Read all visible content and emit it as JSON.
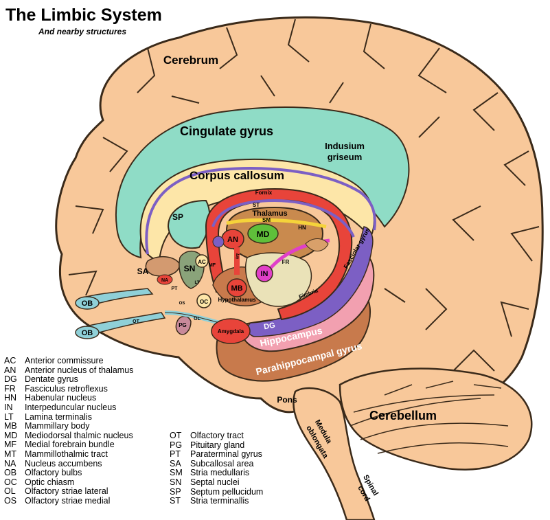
{
  "title": "The Limbic System",
  "subtitle": "And nearby structures",
  "colors": {
    "brain": "#f8c89a",
    "outline": "#3a2a1a",
    "cingulate": "#8fdcc6",
    "callosum": "#fde6a8",
    "fornix": "#e8443a",
    "stria": "#7c5fc4",
    "thalamus": "#c98a4e",
    "hippocampus": "#f2a0b0",
    "parahippocampal": "#c87a4c",
    "olfactory": "#8fd0d8",
    "septal": "#8aa37a"
  },
  "labels": {
    "cerebrum": "Cerebrum",
    "cingulate": "Cingulate gyrus",
    "indusium1": "Indusium",
    "indusium2": "griseum",
    "callosum": "Corpus callosum",
    "fornix": "Fornix",
    "st": "ST",
    "thalamus": "Thalamus",
    "sm": "SM",
    "hn": "HN",
    "sp": "SP",
    "an": "AN",
    "md": "MD",
    "mt": "MT",
    "fr": "FR",
    "in": "IN",
    "fasciolar": "Fasciolar gyrus",
    "sa": "SA",
    "sn": "SN",
    "ac": "AC",
    "mf": "MF",
    "na": "NA",
    "pt": "PT",
    "lt": "LT",
    "mb": "MB",
    "hypothalamus": "Hypothalamus",
    "fimbria": "Fimbria",
    "ob1": "OB",
    "ob2": "OB",
    "os": "OS",
    "ot": "OT",
    "oc": "OC",
    "pg": "PG",
    "ol": "OL",
    "amygdala": "Amygdala",
    "dg": "DG",
    "hippocampus": "Hippocampus",
    "parahippocampal": "Parahippocampal gyrus",
    "pons": "Pons",
    "cerebellum": "Cerebellum",
    "medulla1": "Medula",
    "medulla2": "oblongata",
    "spinal1": "Spinal",
    "spinal2": "cord"
  },
  "legend_left": [
    {
      "abbr": "AC",
      "name": "Anterior commissure"
    },
    {
      "abbr": "AN",
      "name": "Anterior nucleus of thalamus"
    },
    {
      "abbr": "DG",
      "name": "Dentate gyrus"
    },
    {
      "abbr": "FR",
      "name": "Fasciculus retroflexus"
    },
    {
      "abbr": "HN",
      "name": "Habenular nucleus"
    },
    {
      "abbr": "IN",
      "name": "Interpeduncular nucleus"
    },
    {
      "abbr": "LT",
      "name": "Lamina terminalis"
    },
    {
      "abbr": "MB",
      "name": "Mammillary body"
    },
    {
      "abbr": "MD",
      "name": "Mediodorsal thalmic nucleus"
    },
    {
      "abbr": "MF",
      "name": "Medial forebrain bundle"
    },
    {
      "abbr": "MT",
      "name": "Mammillothalmic tract"
    },
    {
      "abbr": "NA",
      "name": "Nucleus accumbens"
    },
    {
      "abbr": "OB",
      "name": "Olfactory bulbs"
    },
    {
      "abbr": "OC",
      "name": "Optic chiasm"
    },
    {
      "abbr": "OL",
      "name": "Olfactory striae lateral"
    },
    {
      "abbr": "OS",
      "name": "Olfactory striae medial"
    }
  ],
  "legend_right": [
    {
      "abbr": "OT",
      "name": "Olfactory tract"
    },
    {
      "abbr": "PG",
      "name": "Pituitary gland"
    },
    {
      "abbr": "PT",
      "name": "Paraterminal gyrus"
    },
    {
      "abbr": "SA",
      "name": "Subcallosal area"
    },
    {
      "abbr": "SM",
      "name": "Stria medullaris"
    },
    {
      "abbr": "SN",
      "name": "Septal nuclei"
    },
    {
      "abbr": "SP",
      "name": "Septum pellucidum"
    },
    {
      "abbr": "ST",
      "name": "Stria terminallis"
    }
  ]
}
